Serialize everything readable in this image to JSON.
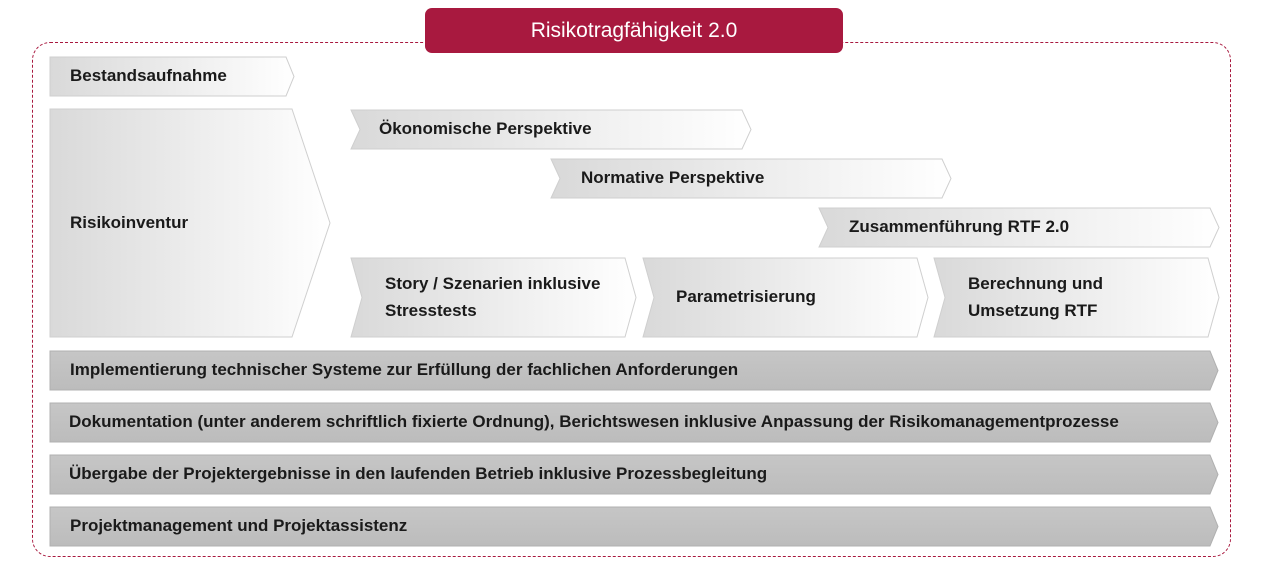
{
  "title": "Risikotragfähigkeit 2.0",
  "colors": {
    "accent": "#a8193f",
    "chevron_light": "#eeeeee",
    "chevron_dark": "#c3c3c3",
    "border": "#cfcfcf"
  },
  "chevrons": {
    "bestandsaufnahme": "Bestandsaufnahme",
    "risikoinventur": "Risikoinventur",
    "oekonomisch": "Ökonomische Perspektive",
    "normativ": "Normative Perspektive",
    "zusammenfuehrung": "Zusammenführung RTF 2.0",
    "story_line1": "Story / Szenarien inklusive",
    "story_line2": "Stresstests",
    "parametrisierung": "Parametrisierung",
    "berechnung_line1": "Berechnung und",
    "berechnung_line2": "Umsetzung RTF"
  },
  "bars": [
    "Implementierung technischer Systeme zur Erfüllung der fachlichen Anforderungen",
    "Dokumentation (unter anderem schriftlich fixierte Ordnung), Berichtswesen inklusive Anpassung der Risikomanagementprozesse",
    "Übergabe der Projektergebnisse in den laufenden Betrieb inklusive Prozessbegleitung",
    "Projektmanagement und Projektassistenz"
  ]
}
